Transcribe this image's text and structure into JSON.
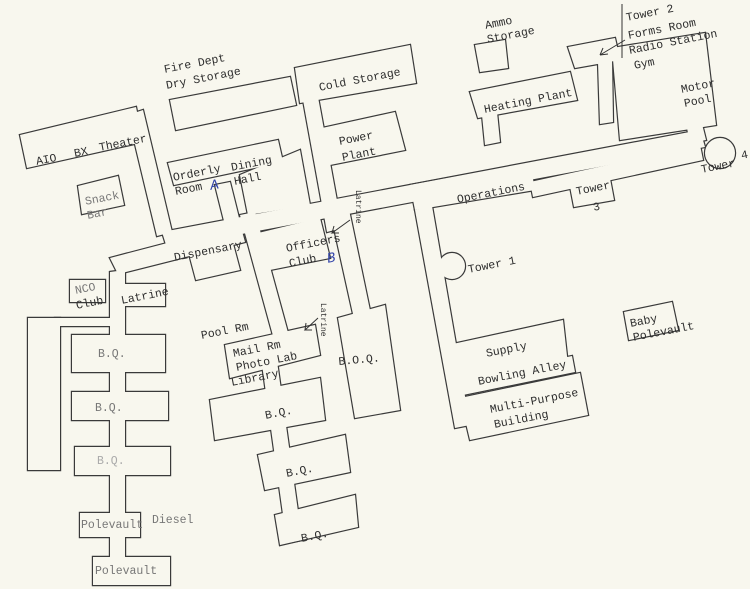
{
  "map": {
    "colors": {
      "paper": "#f8f7ee",
      "ink": "#2e2e2e",
      "annotation": "#3344aa"
    },
    "labels": {
      "fire_dept": "Fire Dept",
      "dry_storage": "Dry Storage",
      "cold_storage": "Cold Storage",
      "ammo": "Ammo",
      "ammo_storage": "Storage",
      "tower2": "Tower 2",
      "forms_room": "Forms Room",
      "radio_station": "Radio Station",
      "gym": "Gym",
      "heating_plant": "Heating Plant",
      "motor": "Motor",
      "pool": "Pool",
      "aio": "AIO",
      "bx": "BX",
      "theater": "Theater",
      "orderly": "Orderly",
      "room": "Room",
      "marker_a": "A",
      "dining": "Dining",
      "hall": "Hall",
      "power": "Power",
      "plant": "Plant",
      "snack": "Snack",
      "bar": "Bar",
      "operations": "Operations",
      "tower3_word": "Tower",
      "tower3_num": "3",
      "tower4_word": "Tower",
      "tower4_num": "4",
      "dispensary": "Dispensary",
      "officers": "Officers",
      "club": "Club",
      "marker_b": "B",
      "latrine_vertical_1": "Latrine",
      "latrine_vertical_2": "Latrine",
      "tower1": "Tower 1",
      "nco": "NCO",
      "nco_club": "Club",
      "latrine": "Latrine",
      "pool_rm": "Pool Rm",
      "mail_rm": "Mail Rm",
      "photo_lab": "Photo Lab",
      "library": "Library",
      "boq": "B.O.Q.",
      "bq_left_1": "B.Q.",
      "bq_left_2": "B.Q.",
      "bq_left_3": "B.Q.",
      "bq_right_1": "B.Q.",
      "bq_right_2": "B.Q.",
      "bq_right_3": "B.Q.",
      "polevault_1": "Polevault",
      "diesel": "Diesel",
      "polevault_2": "Polevault",
      "supply": "Supply",
      "bowling_alley": "Bowling Alley",
      "multi_purpose": "Multi-Purpose",
      "building": "Building",
      "baby": "Baby",
      "baby_polevault": "Polevault"
    }
  }
}
